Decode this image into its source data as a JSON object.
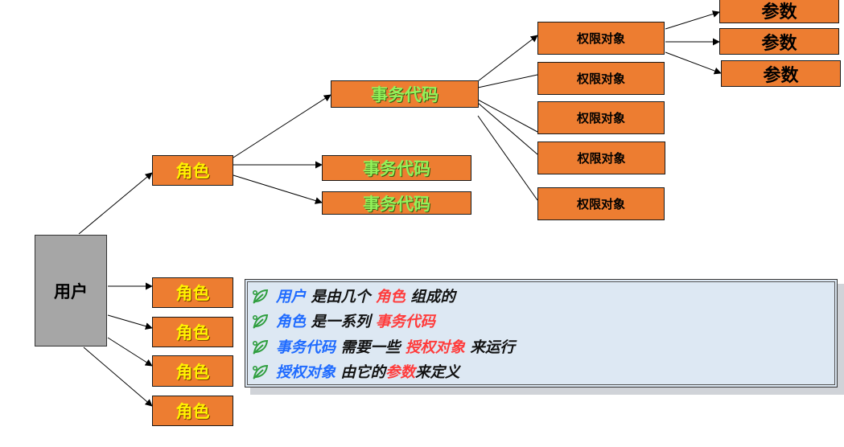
{
  "user": {
    "label": "用户"
  },
  "roles": [
    {
      "label": "角色"
    },
    {
      "label": "角色"
    },
    {
      "label": "角色"
    },
    {
      "label": "角色"
    },
    {
      "label": "角色"
    }
  ],
  "transaction_codes": [
    {
      "label": "事务代码"
    },
    {
      "label": "事务代码"
    },
    {
      "label": "事务代码"
    }
  ],
  "auth_objects": [
    {
      "label": "权限对象"
    },
    {
      "label": "权限对象"
    },
    {
      "label": "权限对象"
    },
    {
      "label": "权限对象"
    },
    {
      "label": "权限对象"
    }
  ],
  "params": [
    {
      "label": "参数"
    },
    {
      "label": "参数"
    },
    {
      "label": "参数"
    }
  ],
  "notes": [
    [
      {
        "text": "用户",
        "color": "blue"
      },
      {
        "text": " 是由几个 ",
        "color": "black"
      },
      {
        "text": "角色",
        "color": "red"
      },
      {
        "text": " 组成的",
        "color": "black"
      }
    ],
    [
      {
        "text": "角色",
        "color": "blue"
      },
      {
        "text": " 是一系列 ",
        "color": "black"
      },
      {
        "text": "事务代码",
        "color": "red"
      }
    ],
    [
      {
        "text": "事务代码",
        "color": "blue"
      },
      {
        "text": " 需要一些 ",
        "color": "black"
      },
      {
        "text": "授权对象",
        "color": "red"
      },
      {
        "text": " 来运行",
        "color": "black"
      }
    ],
    [
      {
        "text": "授权对象",
        "color": "blue"
      },
      {
        "text": " 由它的",
        "color": "black"
      },
      {
        "text": "参数",
        "color": "red"
      },
      {
        "text": "来定义",
        "color": "black"
      }
    ]
  ],
  "colors": {
    "box_fill": "#ED7D31",
    "role_text": "#FFF200",
    "tcode_text": "#92F25A",
    "user_fill": "#A6A6A6",
    "note_fill": "#DDE8F3",
    "note_blue": "#1F6BFF",
    "note_red": "#FF3B3B",
    "bullet_icon": "#2E9E3E"
  },
  "icons": {
    "bullet": "leaf-bullet-icon"
  }
}
